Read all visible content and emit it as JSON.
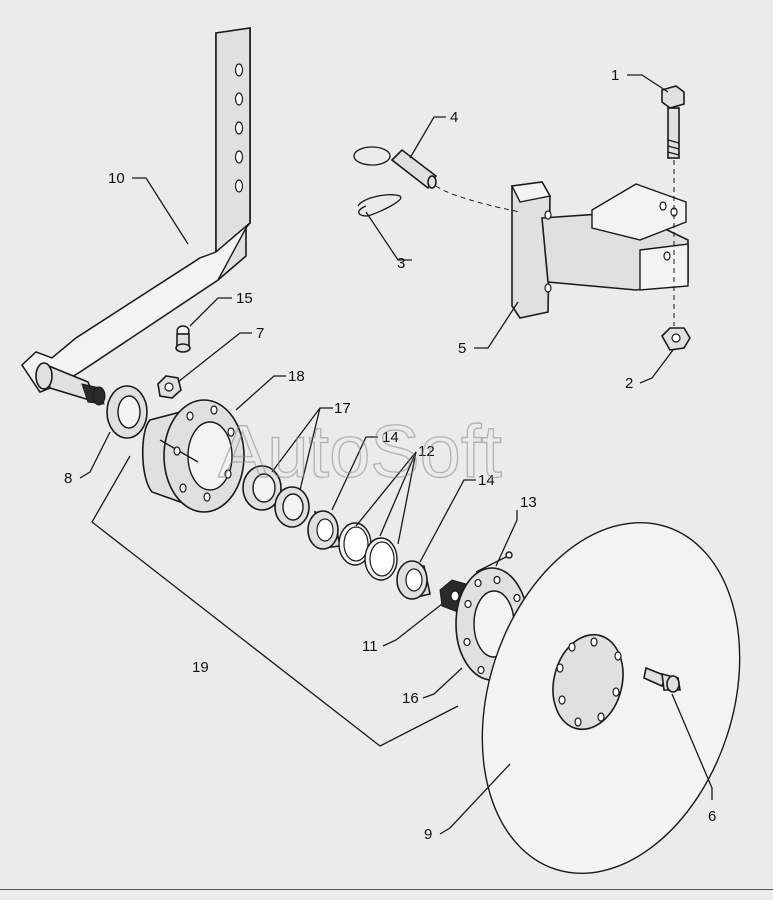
{
  "watermark": "AutoSoft",
  "callouts": [
    {
      "id": "p1",
      "label": "1"
    },
    {
      "id": "p2",
      "label": "2"
    },
    {
      "id": "p3",
      "label": "3"
    },
    {
      "id": "p4",
      "label": "4"
    },
    {
      "id": "p5",
      "label": "5"
    },
    {
      "id": "p6",
      "label": "6"
    },
    {
      "id": "p7",
      "label": "7"
    },
    {
      "id": "p8",
      "label": "8"
    },
    {
      "id": "p9",
      "label": "9"
    },
    {
      "id": "p10",
      "label": "10"
    },
    {
      "id": "p11",
      "label": "11"
    },
    {
      "id": "p12",
      "label": "12"
    },
    {
      "id": "p13",
      "label": "13"
    },
    {
      "id": "p14a",
      "label": "14"
    },
    {
      "id": "p14b",
      "label": "14"
    },
    {
      "id": "p15",
      "label": "15"
    },
    {
      "id": "p16",
      "label": "16"
    },
    {
      "id": "p17",
      "label": "17"
    },
    {
      "id": "p18",
      "label": "18"
    },
    {
      "id": "p19",
      "label": "19"
    }
  ]
}
